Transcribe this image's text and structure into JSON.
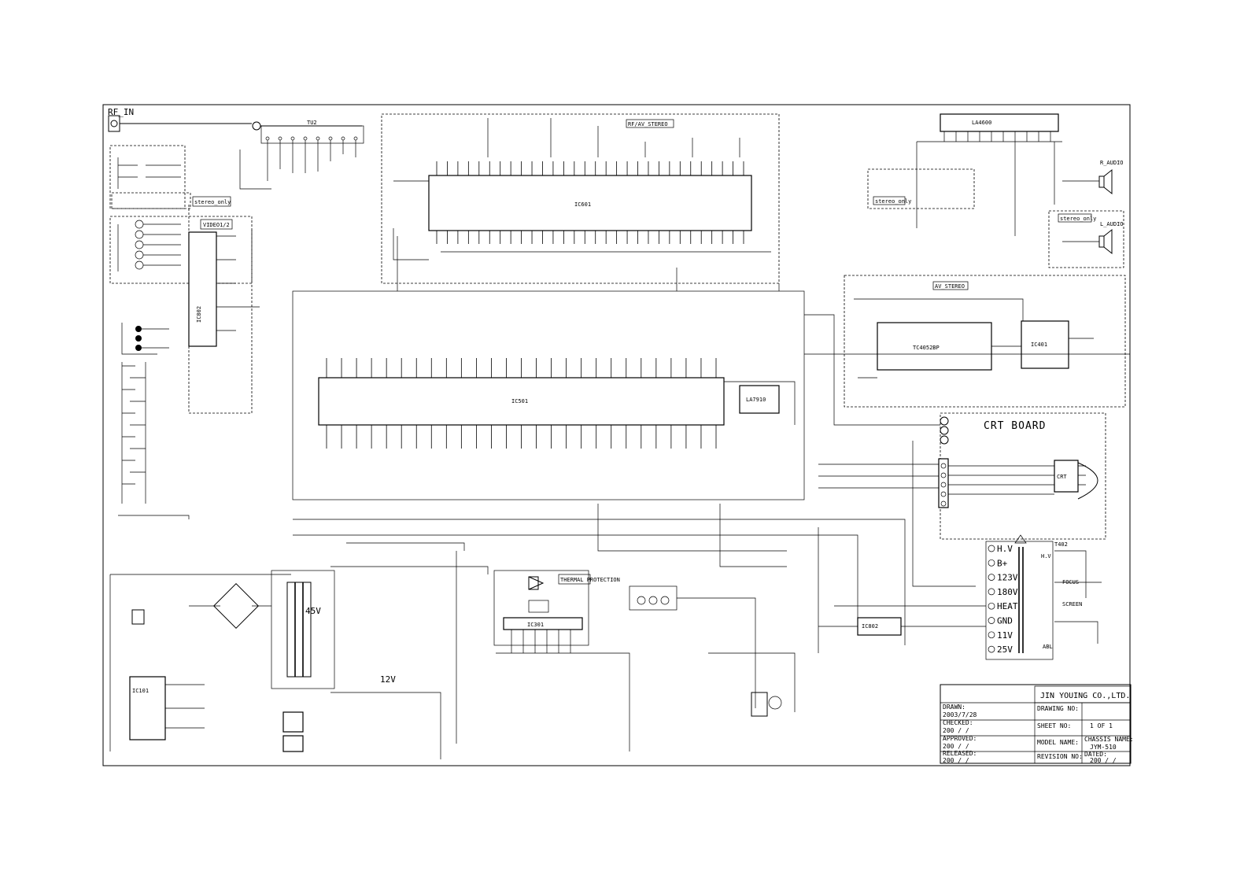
{
  "labels": {
    "rf_in": "RF_IN",
    "rf_av_stereo": "RF/AV_STEREO",
    "av_stereo": "AV_STEREO",
    "crt_board": "CRT BOARD",
    "video_1_2": "VIDEO1/2",
    "stereo_only_1": "stereo_only",
    "stereo_only_2": "stereo_only",
    "stereo_only_3": "stereo_only",
    "r_audio": "R_AUDIO",
    "l_audio": "L_AUDIO",
    "hv": "H.V",
    "focus": "FOCUS",
    "screen": "SCREEN",
    "abl": "ABL",
    "thermal": "THERMAL PROTECTION",
    "rail_45v": "45V",
    "rail_12v": "12V"
  },
  "components": {
    "tuner": "TU2",
    "main_ic": "IC501",
    "stereo_ic": "IC601",
    "crt_socket": "CRT",
    "av_switch": "IC802",
    "audio_amp": "IC401",
    "vert_ic": "IC301",
    "regulator": "IC101",
    "flyback": "T402",
    "flyback_pins": [
      "H.V",
      "B+",
      "123V",
      "180V",
      "HEAT",
      "GND",
      "11V",
      "25V"
    ]
  },
  "title_block": {
    "company": "JIN YOUING CO.,LTD.",
    "drawn_label": "DRAWN:",
    "drawn_value": "2003/7/28",
    "drawing_no_label": "DRAWING NO:",
    "checked_label": "CHECKED:",
    "checked_value": "200 / /",
    "sheet_label": "SHEET NO:",
    "sheet_value": "1 OF 1",
    "approved_label": "APPROVED:",
    "approved_value": "200 / /",
    "model_label": "MODEL NAME:",
    "chassis_label": "CHASSIS NAME:",
    "chassis_value": "JYM-510",
    "released_label": "RELEASED:",
    "released_value": "200 / /",
    "revision_label": "REVISION NO:",
    "dated_label": "DATED:",
    "dated_value": "200 / /"
  }
}
